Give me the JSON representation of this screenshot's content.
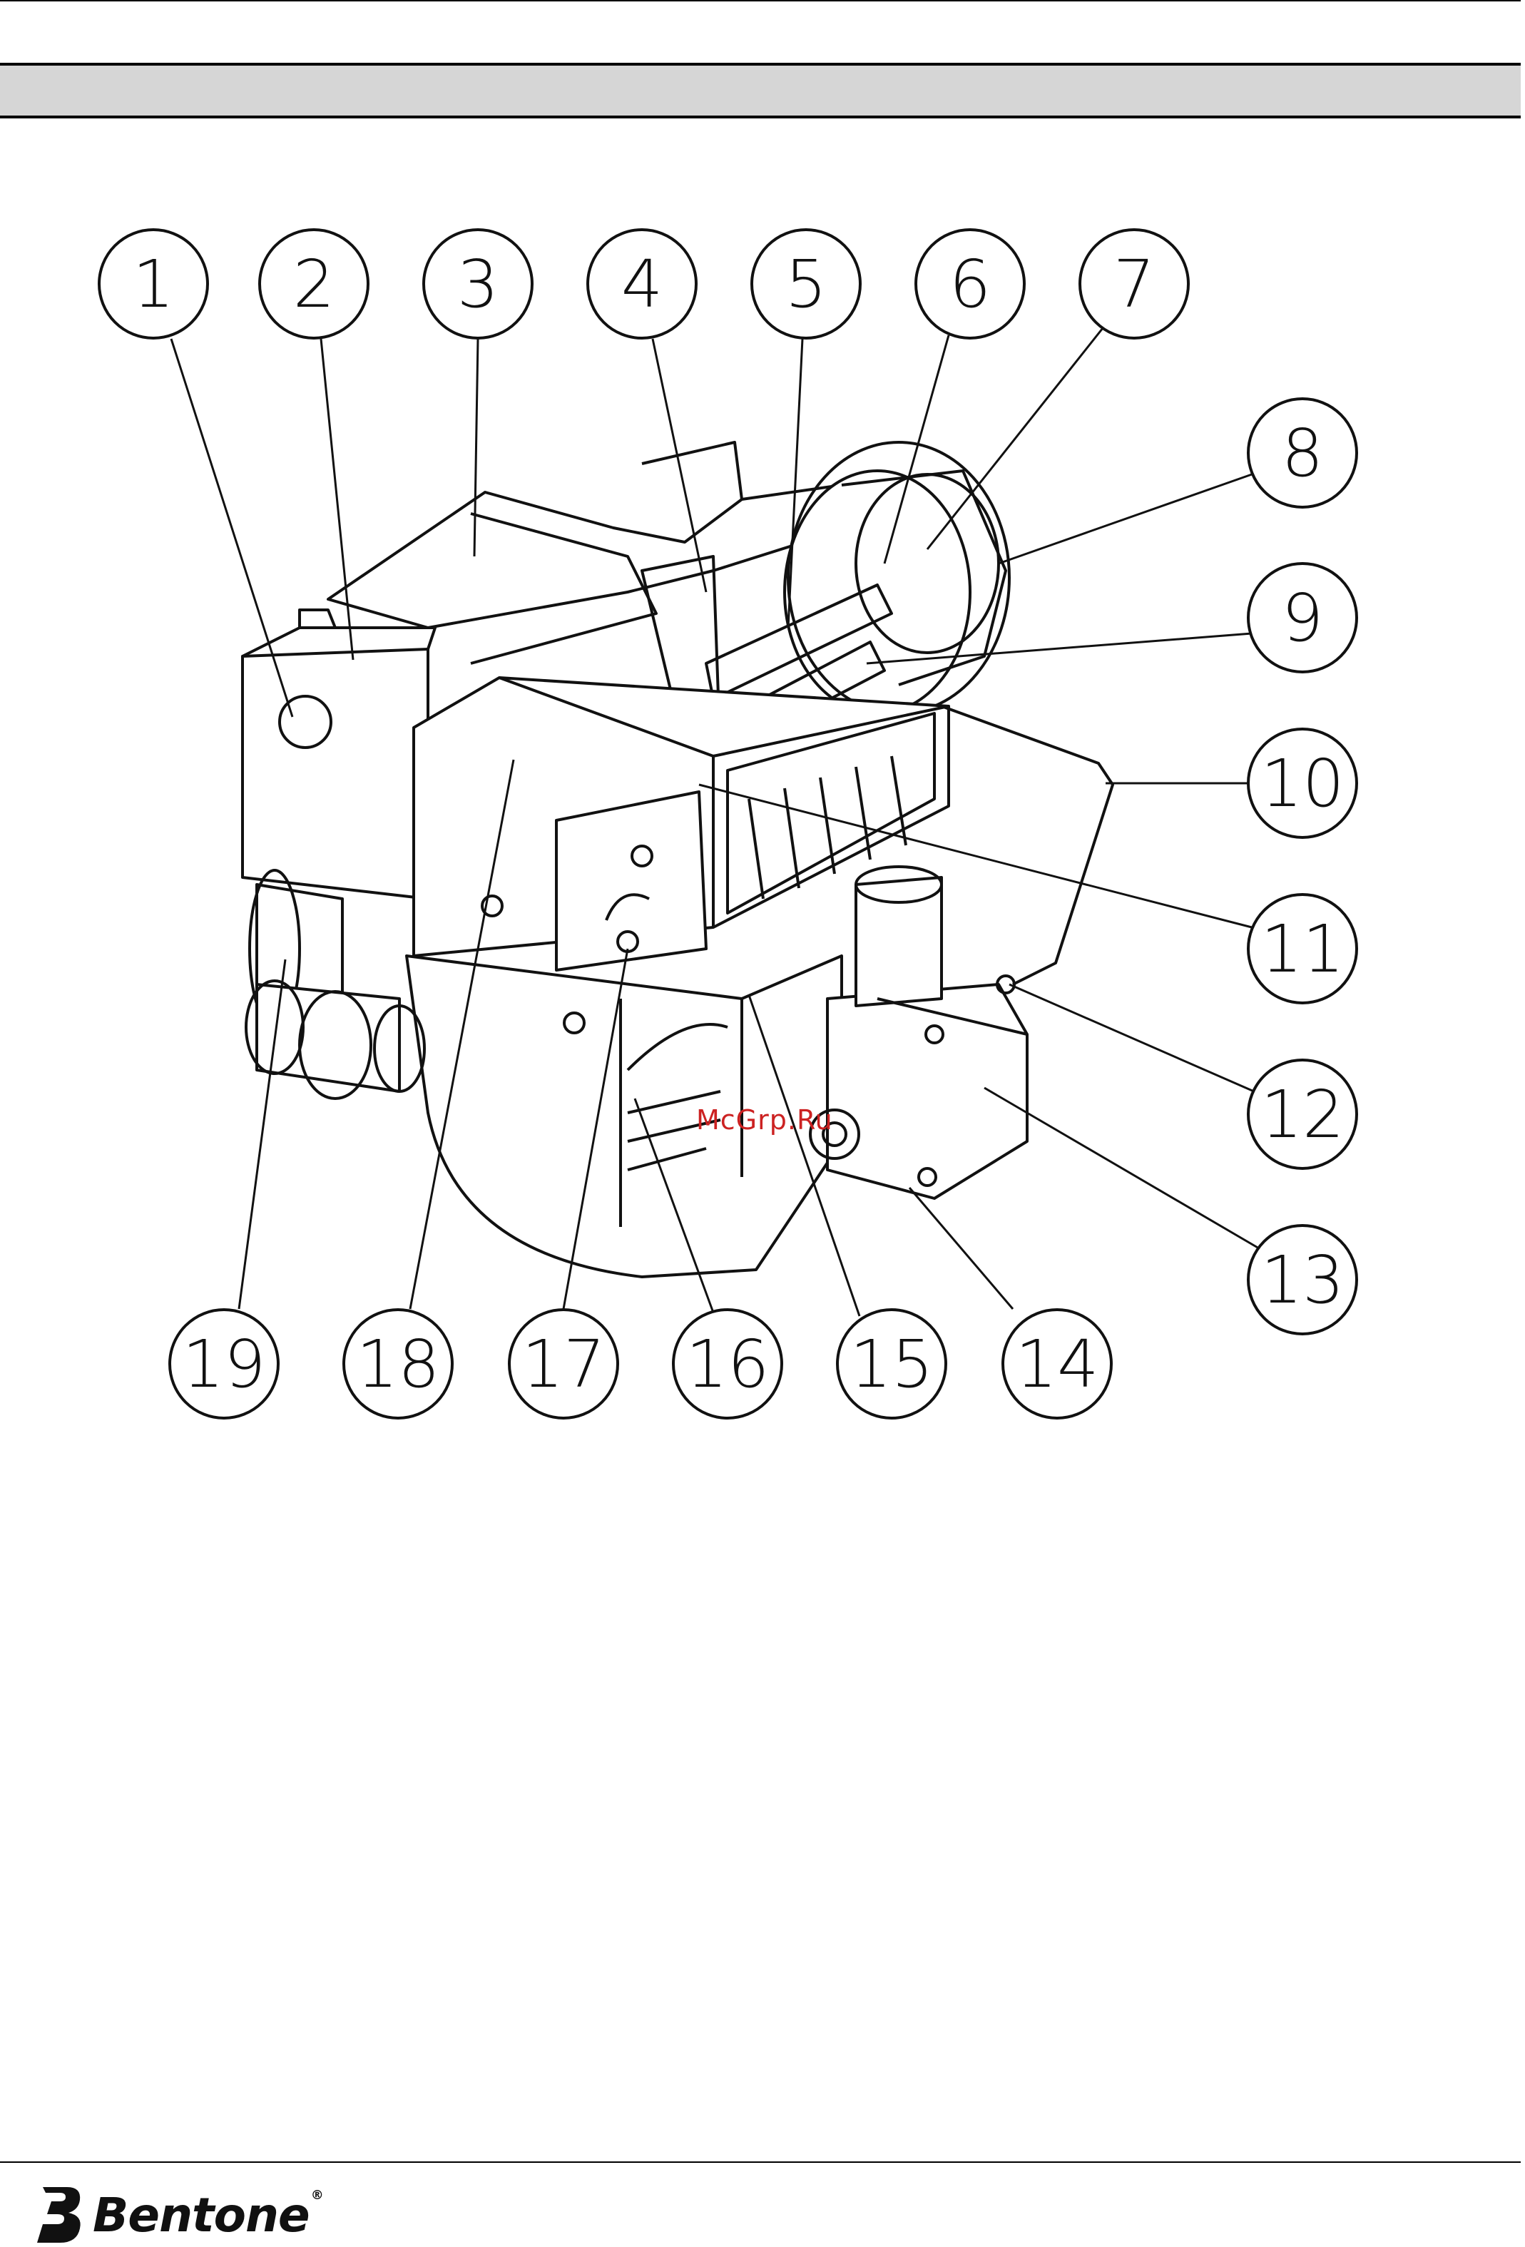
{
  "watermark": "McGrp.Ru",
  "logo": {
    "name": "Bentone",
    "registered": "®"
  },
  "callouts": [
    {
      "label": "1"
    },
    {
      "label": "2"
    },
    {
      "label": "3"
    },
    {
      "label": "4"
    },
    {
      "label": "5"
    },
    {
      "label": "6"
    },
    {
      "label": "7"
    },
    {
      "label": "8"
    },
    {
      "label": "9"
    },
    {
      "label": "10"
    },
    {
      "label": "11"
    },
    {
      "label": "12"
    },
    {
      "label": "13"
    },
    {
      "label": "14"
    },
    {
      "label": "15"
    },
    {
      "label": "16"
    },
    {
      "label": "17"
    },
    {
      "label": "18"
    },
    {
      "label": "19"
    }
  ]
}
